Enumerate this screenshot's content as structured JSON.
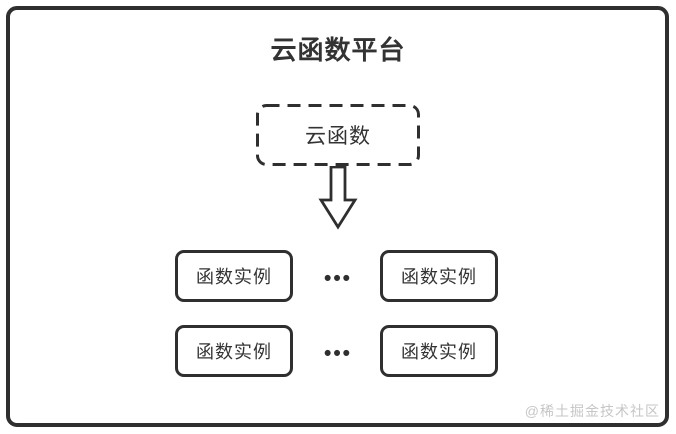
{
  "diagram": {
    "title": "云函数平台",
    "root_node": {
      "label": "云函数",
      "style": "dashed-border"
    },
    "arrow": {
      "direction": "down",
      "style": "hollow-block-arrow"
    },
    "instances": [
      {
        "label": "函数实例",
        "row": 1,
        "col": 1
      },
      {
        "label": "函数实例",
        "row": 1,
        "col": 2
      },
      {
        "label": "函数实例",
        "row": 2,
        "col": 1
      },
      {
        "label": "函数实例",
        "row": 2,
        "col": 2
      }
    ],
    "ellipsis": {
      "row1": "•••",
      "row2": "•••"
    },
    "watermark": "@稀土掘金技术社区",
    "colors": {
      "frame_border": "#2f2f2f",
      "box_border": "#2f2f2f",
      "text": "#333333",
      "watermark_text": "#c6c6c6",
      "background": "#ffffff"
    }
  }
}
